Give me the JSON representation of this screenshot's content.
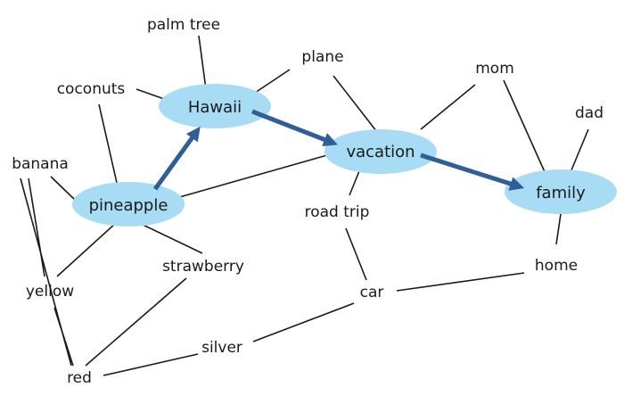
{
  "colors": {
    "hub_fill": "#a8dcf5",
    "path_arrow": "#2f5f96",
    "line": "#1a1a1a",
    "background": "#ffffff"
  },
  "hubs": {
    "hawaii": "Hawaii",
    "vacation": "vacation",
    "family": "family",
    "pineapple": "pineapple"
  },
  "words": {
    "palm_tree": "palm tree",
    "plane": "plane",
    "mom": "mom",
    "dad": "dad",
    "coconuts": "coconuts",
    "banana": "banana",
    "road_trip": "road trip",
    "strawberry": "strawberry",
    "home": "home",
    "yellow": "yellow",
    "car": "car",
    "silver": "silver",
    "red": "red"
  },
  "path_sequence": [
    "pineapple",
    "Hawaii",
    "vacation",
    "family"
  ]
}
